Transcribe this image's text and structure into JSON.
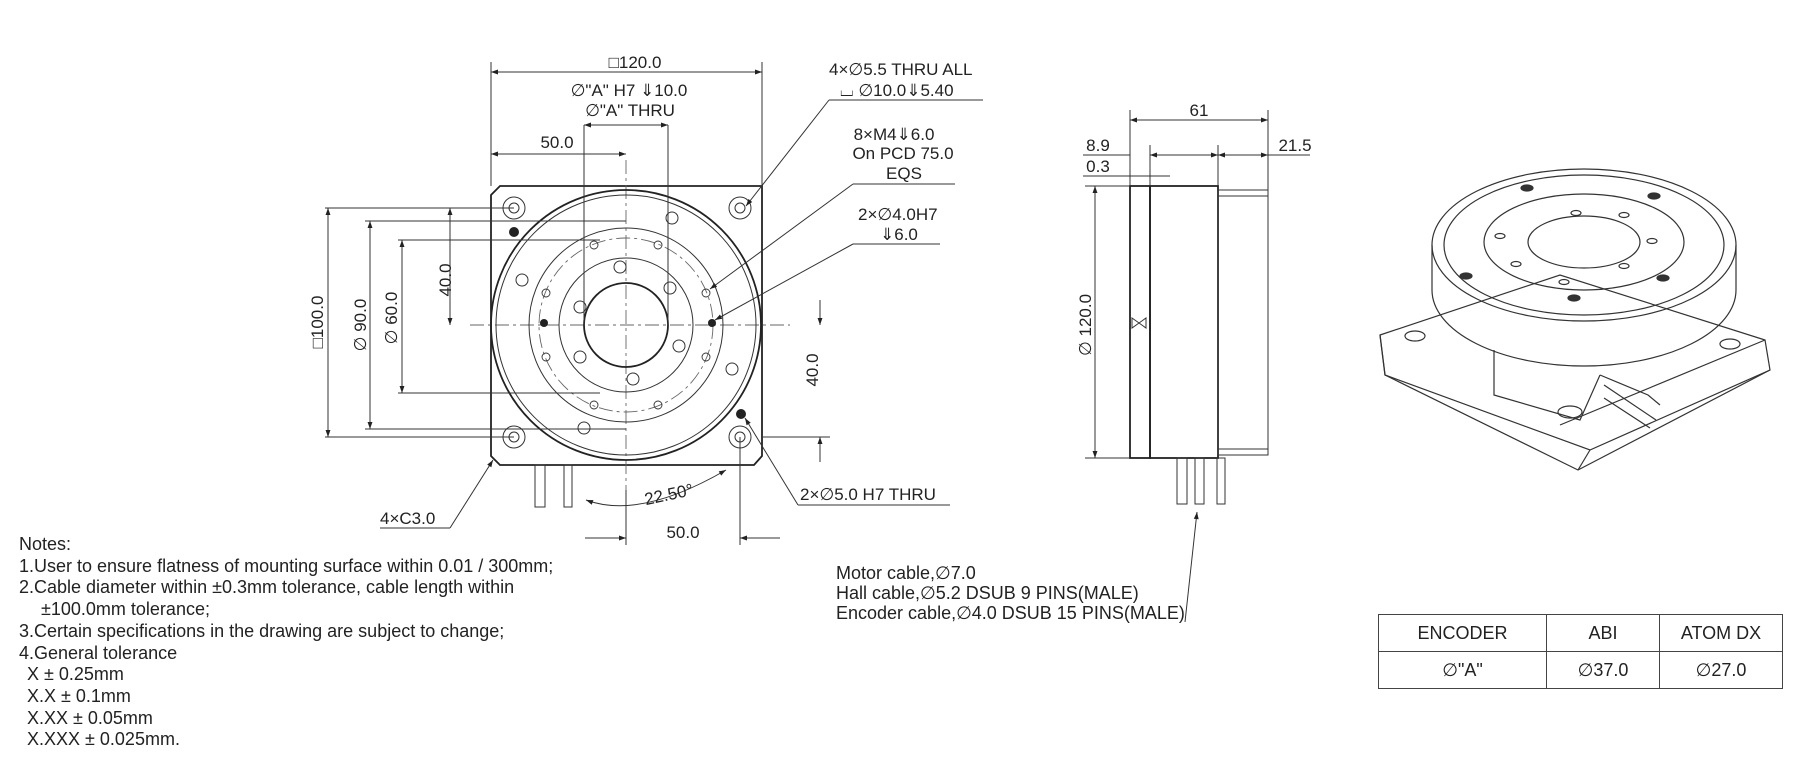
{
  "front_view": {
    "dim_square_top": "□120.0",
    "dim_bore_depth": "∅\"A\" H7 ⇓10.0",
    "dim_bore_thru": "∅\"A\" THRU",
    "dim_left_50": "50.0",
    "dim_square_left": "□100.0",
    "dim_dia_90": "∅ 90.0",
    "dim_dia_60": "∅ 60.0",
    "dim_40_left": "40.0",
    "dim_40_right": "40.0",
    "dim_bottom_50": "50.0",
    "dim_angle": "22.50°",
    "callout_holes_line1": "4×∅5.5 THRU ALL",
    "callout_holes_line2": "⌴ ∅10.0⇓5.40",
    "callout_m4_line1": "8×M4⇓6.0",
    "callout_m4_line2": "On PCD 75.0",
    "callout_m4_line3": "EQS",
    "callout_pin_line1": "2×∅4.0H7",
    "callout_pin_line2": "⇓6.0",
    "callout_pin_thru": "2×∅5.0 H7 THRU",
    "callout_chamfer": "4×C3.0"
  },
  "side_view": {
    "dim_61": "61",
    "dim_8_9": "8.9",
    "dim_0_3": "0.3",
    "dim_21_5": "21.5",
    "dim_dia_120": "∅ 120.0"
  },
  "notes": {
    "title": "Notes:",
    "items": [
      "1.User to ensure flatness of mounting surface within 0.01 / 300mm;",
      "2.Cable diameter within ±0.3mm tolerance, cable length within",
      "±100.0mm tolerance;",
      "3.Certain specifications in the drawing are subject to change;",
      "4.General tolerance"
    ],
    "tolerances": [
      "X ± 0.25mm",
      "X.X ± 0.1mm",
      "X.XX ± 0.05mm",
      "X.XXX ± 0.025mm."
    ]
  },
  "cables": {
    "motor": "Motor cable,∅7.0",
    "hall": "Hall cable,∅5.2 DSUB 9 PINS(MALE)",
    "encoder": "Encoder cable,∅4.0 DSUB 15 PINS(MALE)"
  },
  "encoder_table": {
    "headers": [
      "ENCODER",
      "ABI",
      "ATOM DX"
    ],
    "row": [
      "∅\"A\"",
      "∅37.0",
      "∅27.0"
    ]
  }
}
